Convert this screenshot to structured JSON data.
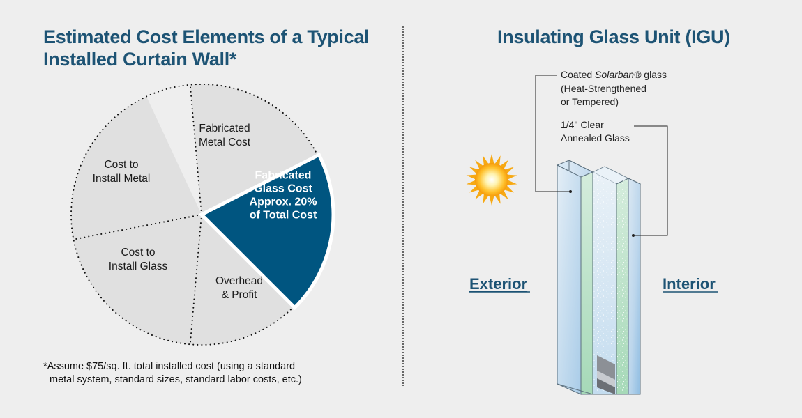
{
  "left_panel": {
    "title_line1": "Estimated Cost Elements of a Typical",
    "title_line2": "Installed Curtain Wall*",
    "footnote_line1": "*Assume $75/sq. ft. total installed cost (using a standard",
    "footnote_line2": "metal system, standard sizes, standard labor costs, etc.)"
  },
  "right_panel": {
    "title": "Insulating Glass Unit (IGU)",
    "callout_coated_line1_prefix": "Coated ",
    "callout_coated_line1_italic": "Solarban®",
    "callout_coated_line1_suffix": " glass",
    "callout_coated_line2": "(Heat-Strengthened",
    "callout_coated_line3": "or Tempered)",
    "callout_clear_line1": "1/4\" Clear",
    "callout_clear_line2": "Annealed Glass",
    "exterior_label": "Exterior",
    "interior_label": "Interior",
    "sun_icon": "sun-icon"
  },
  "chart_data": {
    "type": "pie",
    "slices": [
      {
        "key": "fabricated_metal",
        "label_lines": [
          "Fabricated",
          "Metal Cost"
        ]
      },
      {
        "key": "fabricated_glass",
        "label_lines": [
          "Fabricated",
          "Glass Cost",
          "Approx. 20%",
          "of Total Cost"
        ],
        "value": 20,
        "unit": "%",
        "highlight": true
      },
      {
        "key": "overhead_profit",
        "label_lines": [
          "Overhead",
          "& Profit"
        ]
      },
      {
        "key": "install_glass",
        "label_lines": [
          "Cost to",
          "Install Glass"
        ]
      },
      {
        "key": "install_metal",
        "label_lines": [
          "Cost to",
          "Install Metal"
        ]
      }
    ],
    "colors": {
      "highlight": "#005580",
      "slice": "#e0e0e0"
    }
  }
}
